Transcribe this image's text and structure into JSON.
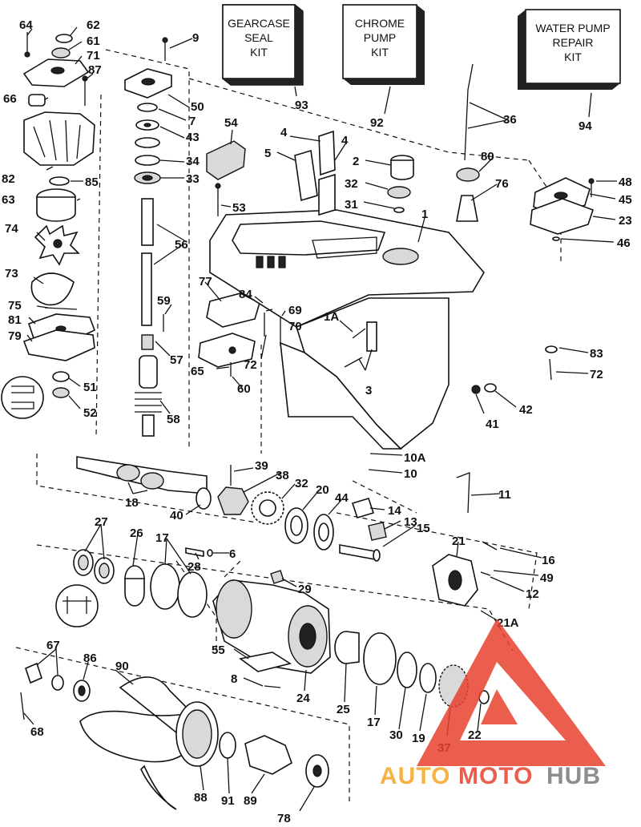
{
  "kits": [
    {
      "lines": [
        "GEARCASE",
        "SEAL",
        "KIT"
      ],
      "number": "93"
    },
    {
      "lines": [
        "CHROME",
        "PUMP",
        "KIT"
      ],
      "number": "92"
    },
    {
      "lines": [
        "WATER PUMP",
        "REPAIR",
        "KIT"
      ],
      "number": "94"
    }
  ],
  "labels": {
    "l64": "64",
    "l62": "62",
    "l61": "61",
    "l71": "71",
    "l87": "87",
    "l66": "66",
    "l9": "9",
    "l50": "50",
    "l7": "7",
    "l43": "43",
    "l34": "34",
    "l33": "33",
    "l82": "82",
    "l85": "85",
    "l63": "63",
    "l74": "74",
    "l73": "73",
    "l75": "75",
    "l81": "81",
    "l79": "79",
    "l51": "51",
    "l52": "52",
    "l54": "54",
    "l53": "53",
    "l56": "56",
    "l59": "59",
    "l57": "57",
    "l58": "58",
    "l77": "77",
    "l65": "65",
    "l60": "60",
    "l84": "84",
    "l69": "69",
    "l70": "70",
    "l72a": "72",
    "l4a": "4",
    "l4b": "4",
    "l5": "5",
    "l2": "2",
    "l32a": "32",
    "l31": "31",
    "l1": "1",
    "l36": "36",
    "l80": "80",
    "l76": "76",
    "l48": "48",
    "l45": "45",
    "l23": "23",
    "l46": "46",
    "l1A": "1A",
    "l3": "3",
    "l83": "83",
    "l72b": "72",
    "l41": "41",
    "l42": "42",
    "l10A": "10A",
    "l10": "10",
    "l39": "39",
    "l38": "38",
    "l32b": "32",
    "l20": "20",
    "l44": "44",
    "l18": "18",
    "l40": "40",
    "l14": "14",
    "l13": "13",
    "l15": "15",
    "l11": "11",
    "l27": "27",
    "l26": "26",
    "l17a": "17",
    "l28": "28",
    "l6": "6",
    "l21": "21",
    "l16": "16",
    "l49": "49",
    "l12": "12",
    "l29": "29",
    "l21A": "21A",
    "l55": "55",
    "l8": "8",
    "l24": "24",
    "l25": "25",
    "l17b": "17",
    "l30": "30",
    "l19": "19",
    "l37": "37",
    "l22": "22",
    "l67": "67",
    "l86": "86",
    "l90": "90",
    "l68": "68",
    "l88": "88",
    "l91": "91",
    "l89": "89",
    "l78": "78"
  },
  "watermark": {
    "part1": "AUTO",
    "part2": "MOTO",
    "part3": "HUB"
  },
  "colors": {
    "line": "#111111",
    "watermark_red": "#e8412f",
    "watermark_orange": "#f5a623",
    "watermark_gray": "#7a7a7a"
  }
}
